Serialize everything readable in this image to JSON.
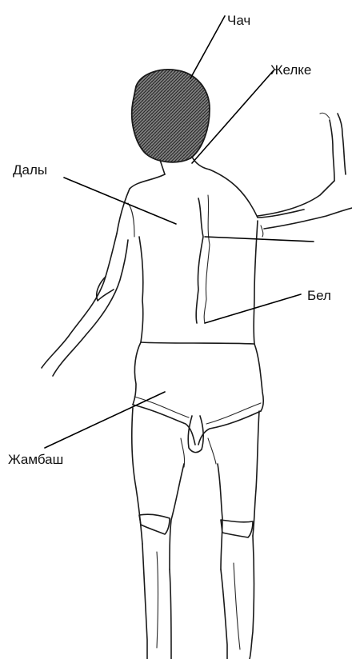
{
  "labels": {
    "hair": "Чач",
    "neck": "Желке",
    "back": "Далы",
    "waist": "Бел",
    "pelvis": "Жамбаш"
  },
  "colors": {
    "ink": "#1a1a1a",
    "hair_fill": "#6e6e6e",
    "background": "#ffffff"
  }
}
